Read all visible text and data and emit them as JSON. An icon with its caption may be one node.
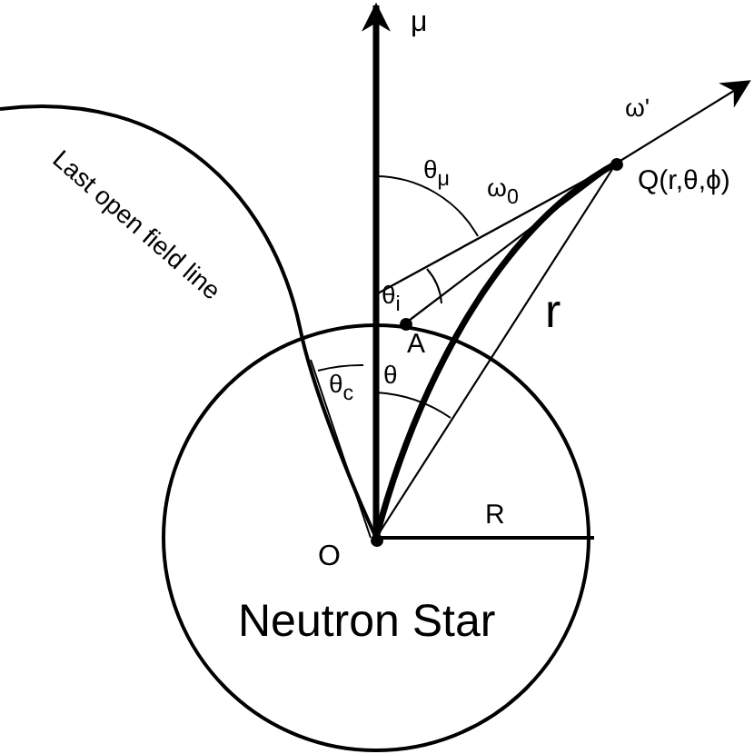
{
  "diagram": {
    "nodes": [
      {
        "text": [
          "Neutron Star"
        ]
      },
      {
        "text": [
          "O"
        ],
        "in": 0
      },
      {
        "text": [
          "A"
        ]
      },
      {
        "text": [
          "Q(r,θ,ϕ)"
        ]
      }
    ],
    "edges": [
      {
        "from": 1,
        "to": 3,
        "arrow": "none",
        "label": "r"
      },
      {
        "from": 1,
        "to": 3,
        "arrow": "none",
        "style": "thick"
      },
      {
        "from": 2,
        "to": 3,
        "arrow": "none"
      },
      {
        "from": 3,
        "to": null,
        "arrow": "to",
        "label": "ω'"
      },
      {
        "from": 1,
        "to": null,
        "arrow": "to",
        "style": "thick",
        "label": "μ"
      }
    ],
    "labels": [
      "Last open field line",
      "θ$_{μ}$",
      "ω$_{0}$",
      "θ$_{i}$",
      "θ$_{c}$",
      "θ",
      "R"
    ]
  }
}
